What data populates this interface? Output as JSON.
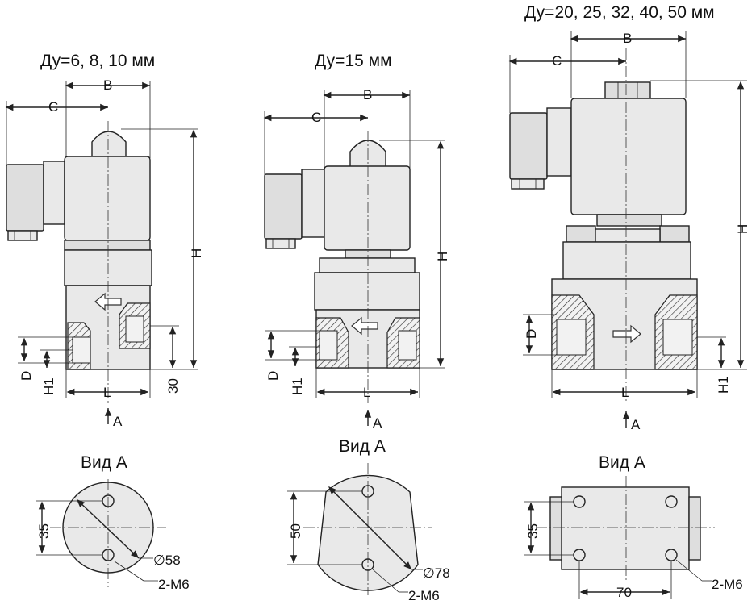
{
  "titles": {
    "small": "Ду=6, 8, 10 мм",
    "medium": "Ду=15 мм",
    "large": "Ду=20, 25, 32, 40, 50 мм"
  },
  "dims": {
    "B": "B",
    "C": "C",
    "H": "H",
    "D": "D",
    "H1": "H1",
    "L": "L",
    "small_30": "30",
    "view_arrow": "A"
  },
  "views": {
    "label": "Вид А",
    "small": {
      "height": "35",
      "dia": "∅58",
      "holes": "2-М6"
    },
    "medium": {
      "height": "50",
      "dia": "∅78",
      "holes": "2-М6"
    },
    "large": {
      "height": "35",
      "width": "70",
      "holes": "2-М6"
    }
  }
}
